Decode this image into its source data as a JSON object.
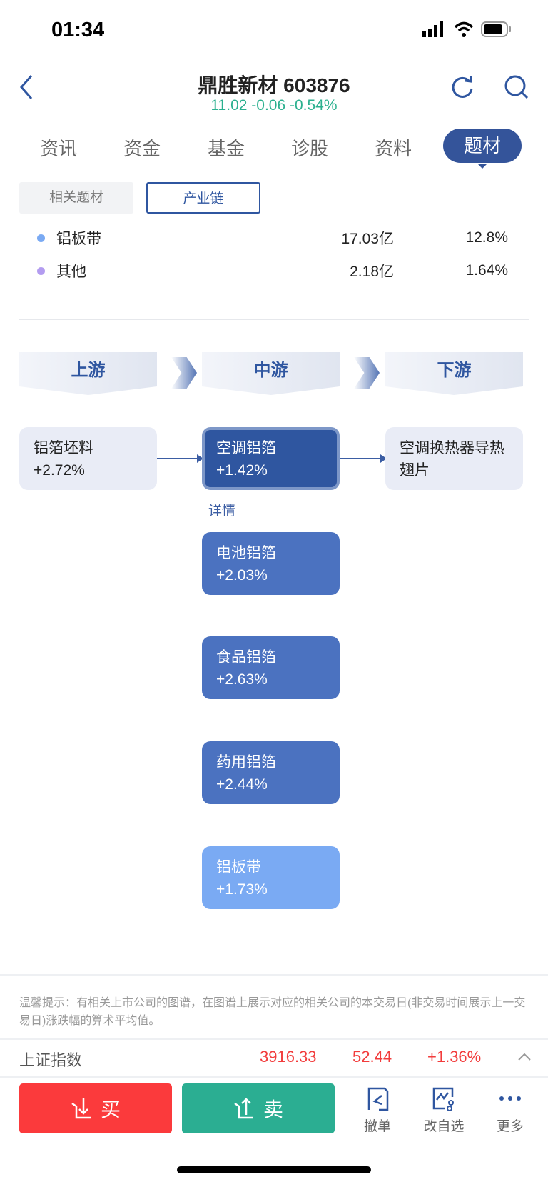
{
  "status": {
    "time": "01:34"
  },
  "header": {
    "title": "鼎胜新材 603876",
    "price": "11.02",
    "change": "-0.06",
    "pct": "-0.54%"
  },
  "tabs": [
    "资讯",
    "资金",
    "基金",
    "诊股",
    "资料",
    "题材"
  ],
  "subtabs": [
    "相关题材",
    "产业链"
  ],
  "revenue_rows": [
    {
      "name": "铝板带",
      "amount": "17.03亿",
      "share": "12.8%",
      "color": "#7aaaf3"
    },
    {
      "name": "其他",
      "amount": "2.18亿",
      "share": "1.64%",
      "color": "#b39cf0"
    }
  ],
  "stages": [
    "上游",
    "中游",
    "下游"
  ],
  "upstream": [
    {
      "name": "铝箔坯料",
      "pct": "+2.72%"
    }
  ],
  "midstream": [
    {
      "name": "空调铝箔",
      "pct": "+1.42%"
    },
    {
      "name": "电池铝箔",
      "pct": "+2.03%"
    },
    {
      "name": "食品铝箔",
      "pct": "+2.63%"
    },
    {
      "name": "药用铝箔",
      "pct": "+2.44%"
    },
    {
      "name": "铝板带",
      "pct": "+1.73%"
    }
  ],
  "downstream": [
    {
      "name": "空调换热器导热翅片"
    }
  ],
  "detail_link": "详情",
  "notice": "温馨提示：有相关上市公司的图谱，在图谱上展示对应的相关公司的本交易日(非交易时间展示上一交易日)涨跌幅的算术平均值。",
  "index": {
    "name": "上证指数",
    "value": "3916.33",
    "change": "52.44",
    "pct": "+1.36%"
  },
  "bottom": {
    "buy": "买",
    "sell": "卖",
    "tools": [
      "撤单",
      "改自选",
      "更多"
    ]
  }
}
